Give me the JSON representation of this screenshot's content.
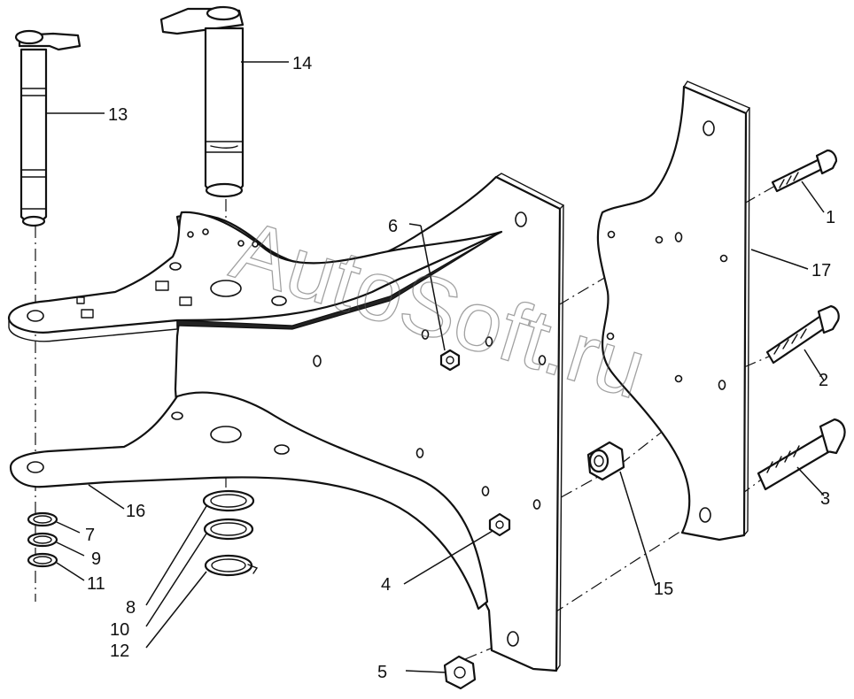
{
  "watermark": "AutoSoft.ru",
  "callouts": {
    "c1": "1",
    "c2": "2",
    "c3": "3",
    "c4": "4",
    "c5": "5",
    "c6": "6",
    "c7": "7",
    "c8": "8",
    "c9": "9",
    "c10": "10",
    "c11": "11",
    "c12": "12",
    "c13": "13",
    "c14": "14",
    "c15": "15",
    "c16": "16",
    "c17": "17"
  }
}
